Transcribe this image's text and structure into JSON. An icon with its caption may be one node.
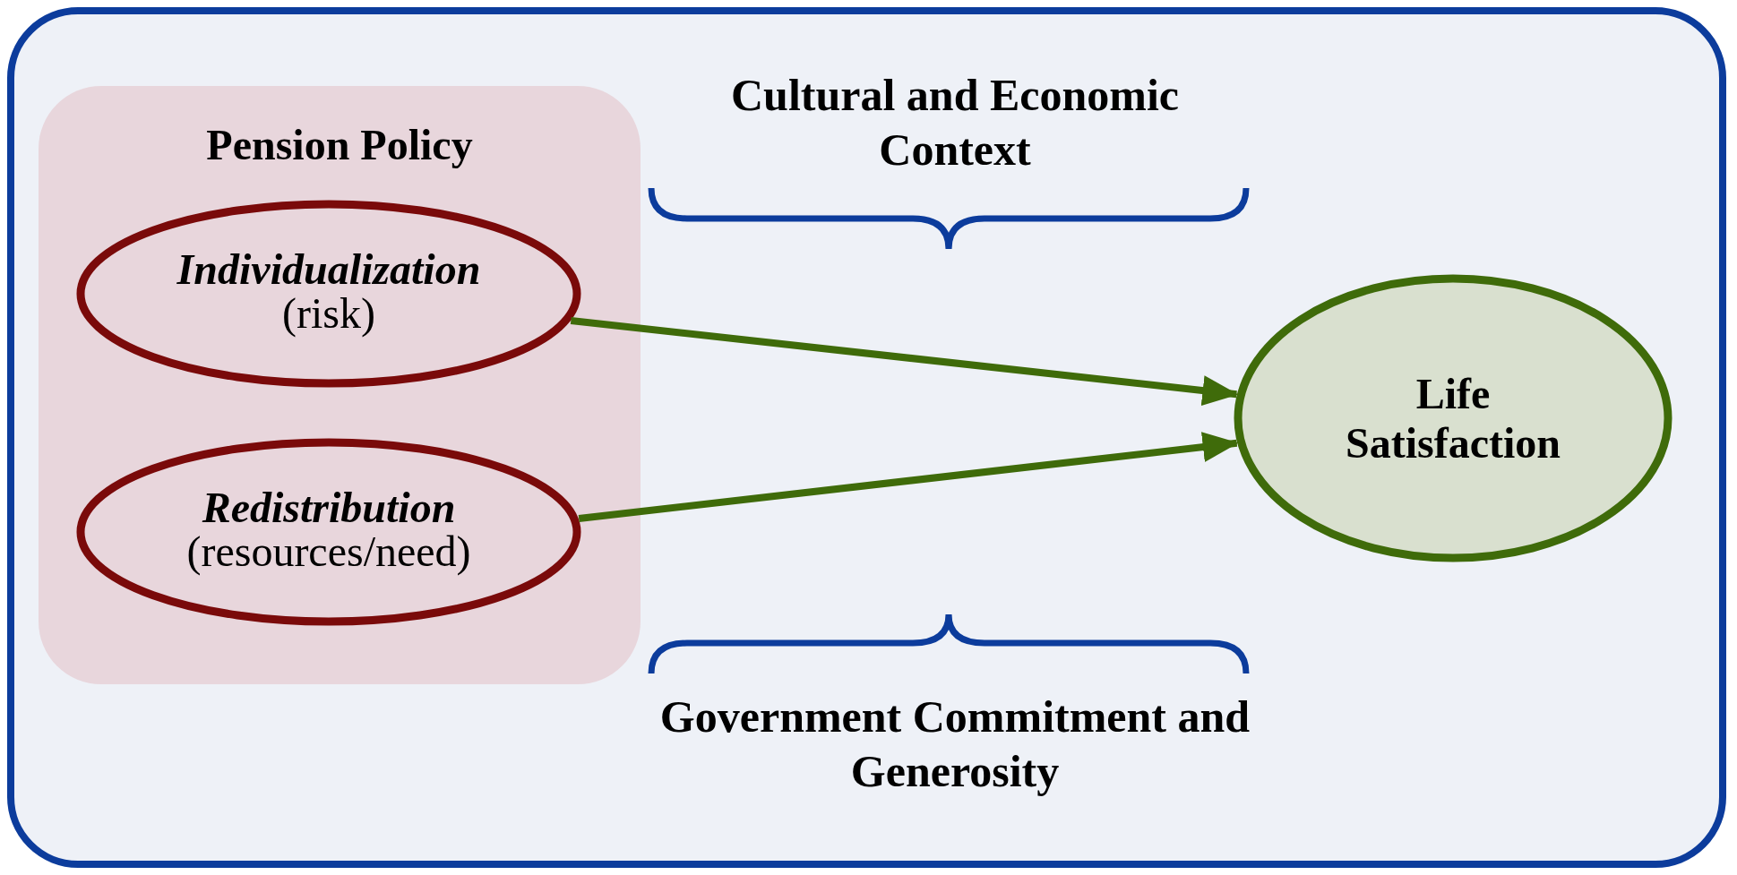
{
  "diagram": {
    "nodes": [
      {
        "text": [
          "Pension Policy"
        ]
      },
      {
        "text": [
          "Individualization",
          "(risk)"
        ],
        "in": 0
      },
      {
        "text": [
          "Redistribution",
          "(resources/need)"
        ],
        "in": 0
      },
      {
        "text": [
          "Life Satisfaction"
        ]
      }
    ],
    "edges": [
      {
        "from": 1,
        "to": 3,
        "arrow": "to"
      },
      {
        "from": 2,
        "to": 3,
        "arrow": "to"
      }
    ],
    "labels": [
      "Cultural and Economic Context",
      "Government Commitment and Generosity"
    ]
  }
}
